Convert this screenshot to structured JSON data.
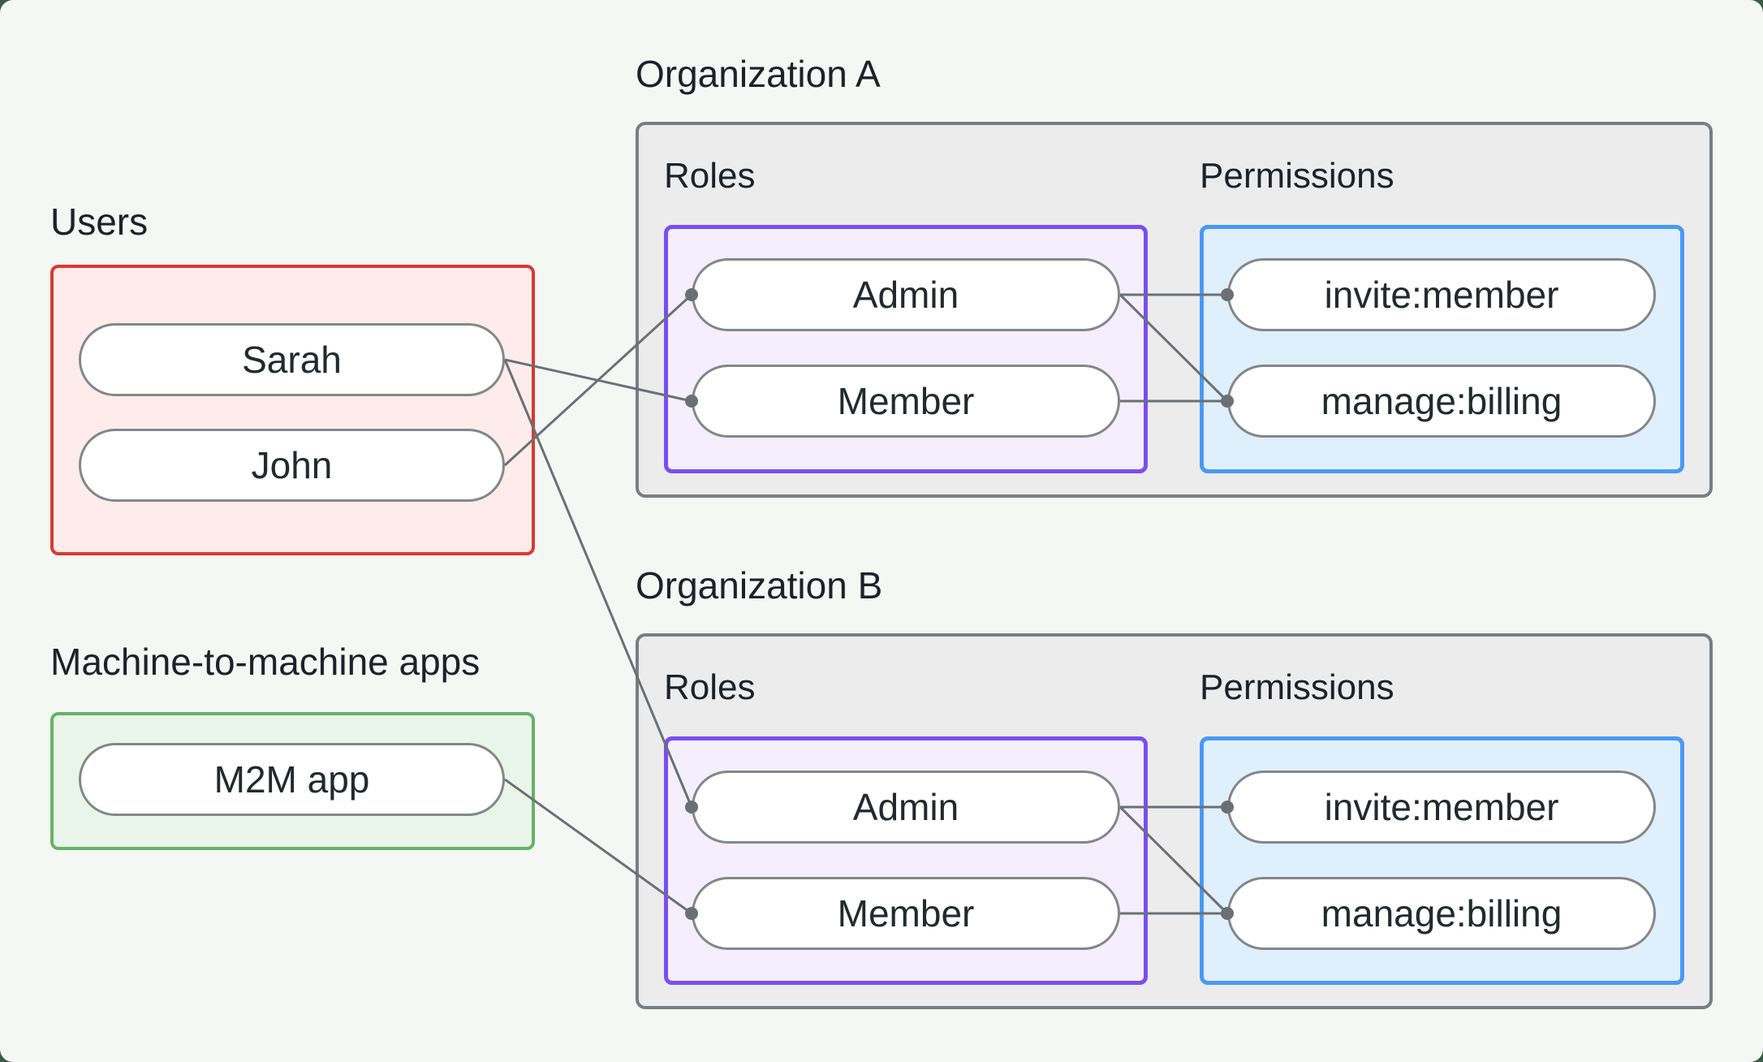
{
  "page": {
    "panel_background": "#f5f7f5",
    "outer_background": "#3a5b49"
  },
  "colors": {
    "users_border": "#d83a30",
    "users_fill": "#fdeceb",
    "m2m_border": "#66b268",
    "m2m_fill": "#e9f5e9",
    "org_border": "#797e82",
    "org_fill": "#ececed",
    "roles_border": "#7a4ef2",
    "roles_fill": "#f4eefd",
    "permissions_border": "#4999f7",
    "permissions_fill": "#e0effc",
    "connector": "#6b7074",
    "node_fill": "#ffffff",
    "node_border": "#838789",
    "text": "#1d2227"
  },
  "users_group": {
    "label": "Users",
    "items": [
      "Sarah",
      "John"
    ]
  },
  "m2m_group": {
    "label": "Machine-to-machine apps",
    "items": [
      "M2M app"
    ]
  },
  "organizations": [
    {
      "title": "Organization A",
      "roles_label": "Roles",
      "permissions_label": "Permissions",
      "roles": [
        "Admin",
        "Member"
      ],
      "permissions": [
        "invite:member",
        "manage:billing"
      ]
    },
    {
      "title": "Organization B",
      "roles_label": "Roles",
      "permissions_label": "Permissions",
      "roles": [
        "Admin",
        "Member"
      ],
      "permissions": [
        "invite:member",
        "manage:billing"
      ]
    }
  ],
  "edges": [
    {
      "from": "Sarah",
      "to": "Organization A / Member"
    },
    {
      "from": "John",
      "to": "Organization A / Admin"
    },
    {
      "from": "Sarah",
      "to": "Organization B / Admin"
    },
    {
      "from": "M2M app",
      "to": "Organization B / Member"
    },
    {
      "from": "Organization A / Admin",
      "to": "Organization A / invite:member"
    },
    {
      "from": "Organization A / Admin",
      "to": "Organization A / manage:billing"
    },
    {
      "from": "Organization A / Member",
      "to": "Organization A / manage:billing"
    },
    {
      "from": "Organization B / Admin",
      "to": "Organization B / invite:member"
    },
    {
      "from": "Organization B / Admin",
      "to": "Organization B / manage:billing"
    },
    {
      "from": "Organization B / Member",
      "to": "Organization B / manage:billing"
    }
  ]
}
